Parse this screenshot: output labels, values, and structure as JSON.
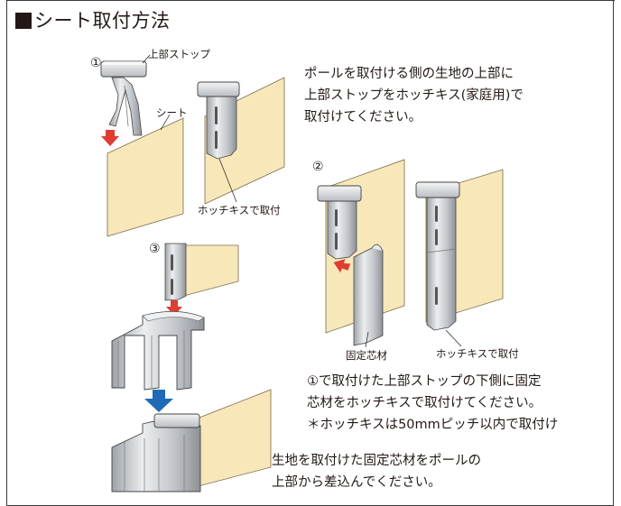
{
  "title": "シート取付方法",
  "steps": {
    "step1": {
      "number": "①",
      "label_stop": "上部ストップ",
      "label_sheet": "シート",
      "label_staple": "ホッチキスで取付",
      "text": [
        "ポールを取付ける側の生地の上部に",
        "上部ストップをホッチキス(家庭用)で",
        "取付けてください。"
      ]
    },
    "step2": {
      "number": "②",
      "label_core": "固定芯材",
      "label_staple": "ホッチキスで取付",
      "text": [
        "①で取付けた上部ストップの下側に固定",
        "芯材をホッチキスで取付けてください。",
        "＊ホッチキスは50mmピッチ以内で取付け"
      ]
    },
    "step3": {
      "number": "③",
      "text": [
        "生地を取付けた固定芯材をポールの",
        "上部から差込んでください。"
      ]
    }
  },
  "colors": {
    "fabric": "#f8e7b9",
    "metal": "#c9ccd0",
    "arrow_red": "#e03c31",
    "arrow_blue": "#1f6bb5"
  }
}
